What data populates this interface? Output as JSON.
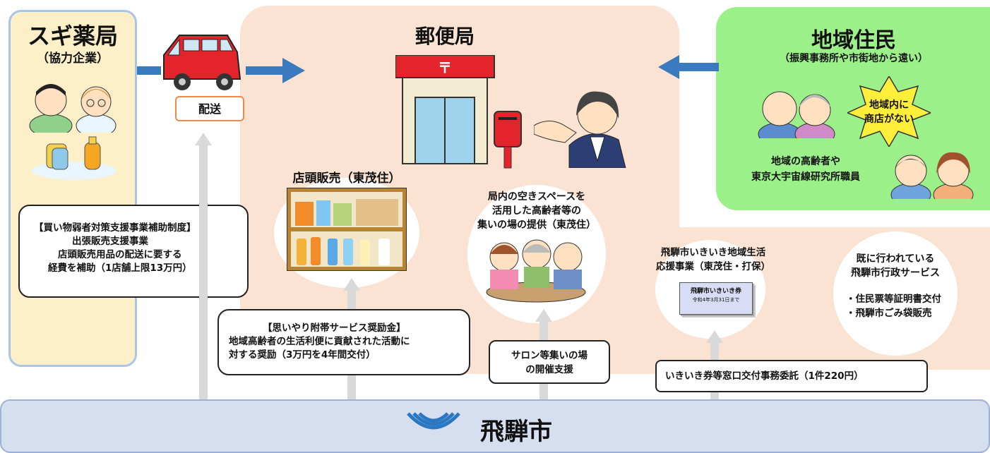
{
  "sugi": {
    "title": "スギ薬局",
    "subtitle": "（協力企業）"
  },
  "delivery_label": "配送",
  "post_office": {
    "title": "郵便局",
    "mark": "〒"
  },
  "residents": {
    "title": "地域住民",
    "subtitle": "（振興事務所や市街地から遠い）",
    "bubble": [
      "地域内に",
      "商店がない"
    ],
    "elderly": [
      "地域の高齢者や",
      "東京大宇宙線研究所職員"
    ]
  },
  "storefront": {
    "title": "店頭販売（東茂住）"
  },
  "space": [
    "局内の空きスペースを",
    "活用した高齢者等の",
    "集いの場の提供（東茂住）"
  ],
  "ikiiki": {
    "title": [
      "飛騨市いきいき地域生活",
      "応援事業（東茂住・打保）"
    ],
    "ticket": "飛騨市いきいき券",
    "ticket_date": "令和4年3月31日まで"
  },
  "admin": {
    "title": [
      "既に行われている",
      "飛騨市行政サービス"
    ],
    "items": [
      "・住民票等証明書交付",
      "・飛騨市ごみ袋販売"
    ]
  },
  "subsidy": {
    "lines": [
      "【買い物弱者対策支援事業補助制度】",
      "出張販売支援事業",
      "店頭販売用品の配送に要する",
      "経費を補助（1店舗上限13万円）"
    ]
  },
  "omoiyari": {
    "lines": [
      "【思いやり附帯サービス奨励金】",
      "地域高齢者の生活利便に貢献された活動に",
      "対する奨励（3万円を4年間交付）"
    ]
  },
  "salon": {
    "lines": [
      "サロン等集いの場",
      "の開催支援"
    ]
  },
  "ticket_commission": "いきいき券等窓口交付事務委託（1件220円）",
  "city": {
    "name": "飛騨市"
  },
  "colors": {
    "peach": "#fbe3d4",
    "sugi_bg": "#fdf0c8",
    "sugi_border": "#a9c6e8",
    "green": "#9cf08a",
    "blue_arrow": "#3a7bbf",
    "city_bg": "#d6dff0",
    "city_border": "#9eb1d9"
  }
}
